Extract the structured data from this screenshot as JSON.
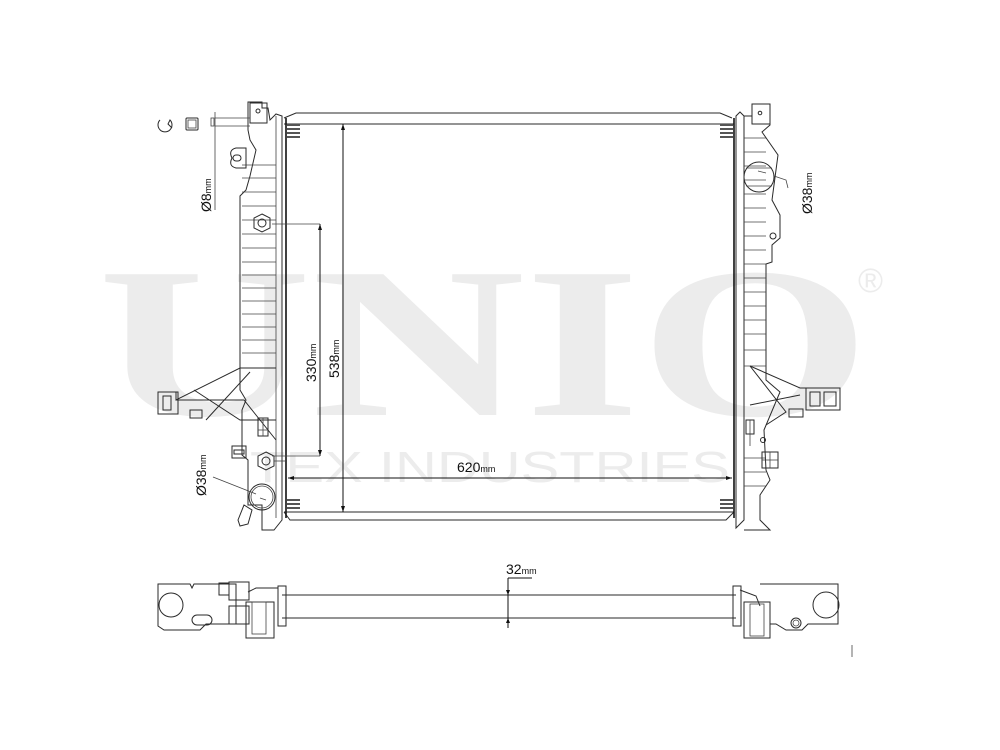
{
  "watermark": {
    "brand": "UNIO",
    "registered_mark": "®",
    "subtitle": "TEX INDUSTRIES"
  },
  "drawing": {
    "subject": "radiator",
    "views": [
      "front-view",
      "top-view"
    ]
  },
  "dimensions": {
    "height_total": {
      "value": "538",
      "unit": "mm"
    },
    "height_inner": {
      "value": "330",
      "unit": "mm"
    },
    "width": {
      "value": "620",
      "unit": "mm"
    },
    "core_thickness": {
      "value": "32",
      "unit": "mm"
    },
    "left_top_fitting": {
      "value": "Ø8",
      "unit": "mm"
    },
    "right_inlet": {
      "value": "Ø38",
      "unit": "mm"
    },
    "left_outlet": {
      "value": "Ø38",
      "unit": "mm"
    }
  },
  "colors": {
    "line": "#2a2a2a",
    "watermark": "#ececec",
    "background": "#ffffff"
  }
}
